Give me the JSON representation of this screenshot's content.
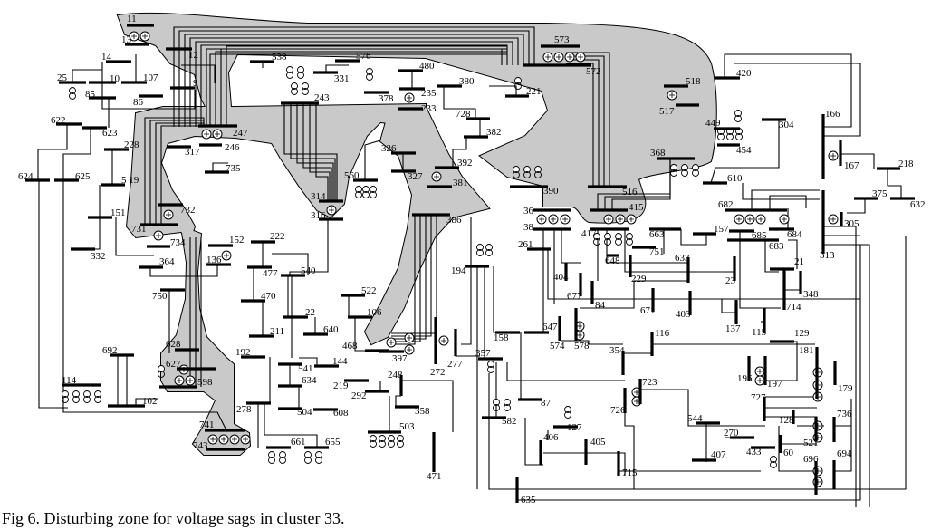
{
  "caption": "Fig 6. Disturbing zone for voltage sags in cluster 33.",
  "colors": {
    "zone": "#c9c9c9",
    "line": "#000000",
    "background": "#ffffff"
  },
  "buses": [
    "11",
    "13",
    "12",
    "14",
    "10",
    "107",
    "25",
    "9",
    "85",
    "86",
    "622",
    "623",
    "228",
    "624",
    "625",
    "5 19",
    "151",
    "332",
    "731",
    "732",
    "734",
    "317",
    "246",
    "247",
    "735",
    "538",
    "576",
    "331",
    "243",
    "480",
    "378",
    "235",
    "233",
    "380",
    "728",
    "382",
    "221",
    "326",
    "327",
    "560",
    "314",
    "316",
    "392",
    "381",
    "386",
    "390",
    "573",
    "572",
    "518",
    "517",
    "368",
    "516",
    "415",
    "417",
    "36",
    "38",
    "261",
    "663",
    "157",
    "751",
    "420",
    "449",
    "454",
    "304",
    "218",
    "610",
    "375",
    "632",
    "682",
    "685",
    "684",
    "683",
    "152",
    "136",
    "222",
    "364",
    "477",
    "540",
    "750",
    "470",
    "522",
    "22",
    "106",
    "211",
    "640",
    "692",
    "628",
    "468",
    "397",
    "192",
    "144",
    "627",
    "541",
    "634",
    "598",
    "114",
    "102",
    "278",
    "219",
    "292",
    "358",
    "504",
    "608",
    "503",
    "741",
    "743",
    "661",
    "655",
    "194",
    "158",
    "647",
    "357",
    "87",
    "582",
    "127",
    "544",
    "270",
    "433",
    "407",
    "129",
    "21",
    "648",
    "166",
    "167",
    "305",
    "313",
    "633",
    "229",
    "404",
    "677",
    "84",
    "671",
    "403",
    "23",
    "714",
    "348",
    "137",
    "115",
    "116",
    "354",
    "574",
    "578",
    "181",
    "179",
    "196",
    "197",
    "723",
    "726",
    "727",
    "128",
    "736",
    "521",
    "60",
    "694",
    "696",
    "406",
    "405",
    "715",
    "635",
    "272",
    "277",
    "471",
    "248"
  ]
}
